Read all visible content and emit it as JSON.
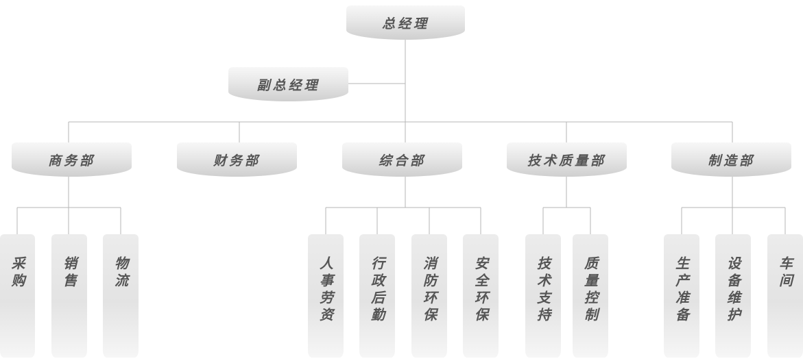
{
  "org_chart": {
    "root": "总经理",
    "deputy": "副总经理",
    "departments": [
      {
        "name": "商务部",
        "units": [
          "采购",
          "销售",
          "物流"
        ]
      },
      {
        "name": "财务部",
        "units": []
      },
      {
        "name": "综合部",
        "units": [
          "人事劳资",
          "行政后勤",
          "消防环保",
          "安全环保"
        ]
      },
      {
        "name": "技术质量部",
        "units": [
          "技术支持",
          "质量控制"
        ]
      },
      {
        "name": "制造部",
        "units": [
          "生产准备",
          "设备维护",
          "车间"
        ]
      }
    ]
  }
}
